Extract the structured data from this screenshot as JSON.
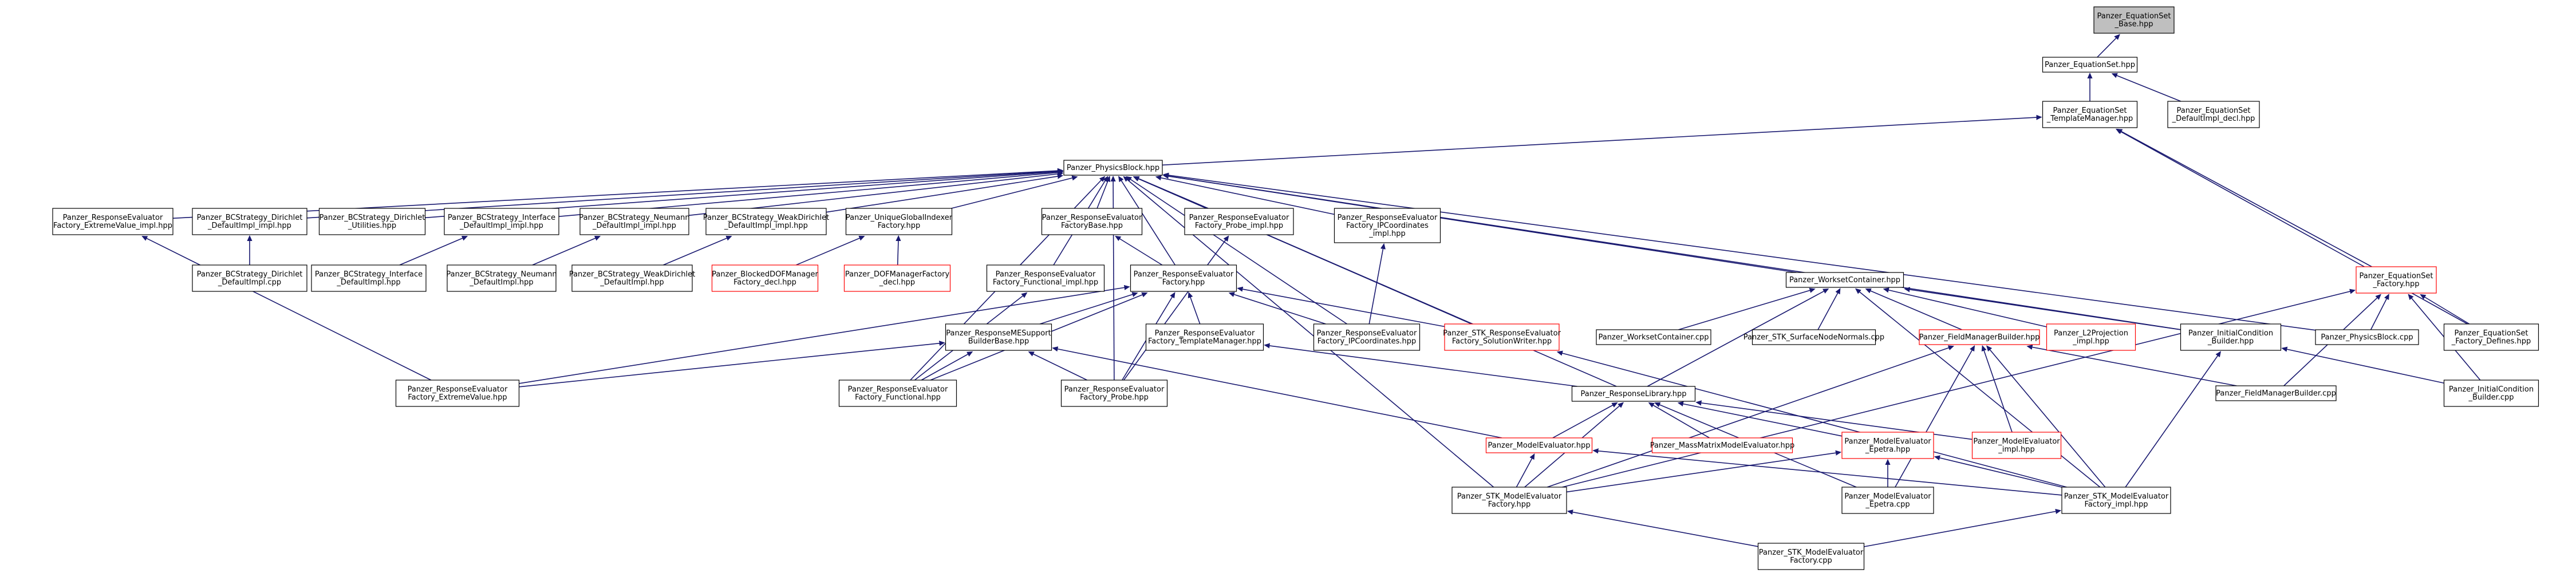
{
  "colors": {
    "edge": "#191970",
    "box_border": "#000000",
    "box_border_incomplete": "#ff0000",
    "box_fill": "#ffffff",
    "box_fill_current": "#bfbfbf"
  },
  "nodes": [
    {
      "id": "n_base",
      "lines": [
        "Panzer_EquationSet",
        "_Base.hpp"
      ],
      "current": true
    },
    {
      "id": "n_eqset",
      "lines": [
        "Panzer_EquationSet.hpp"
      ]
    },
    {
      "id": "n_tm",
      "lines": [
        "Panzer_EquationSet",
        "_TemplateManager.hpp"
      ]
    },
    {
      "id": "n_defdecl",
      "lines": [
        "Panzer_EquationSet",
        "_DefaultImpl_decl.hpp"
      ]
    },
    {
      "id": "n_pb",
      "lines": [
        "Panzer_PhysicsBlock.hpp"
      ]
    },
    {
      "id": "n_revimpl",
      "lines": [
        "Panzer_ResponseEvaluator",
        "Factory_ExtremeValue_impl.hpp"
      ]
    },
    {
      "id": "n_bcdir",
      "lines": [
        "Panzer_BCStrategy_Dirichlet",
        "_DefaultImpl_impl.hpp"
      ]
    },
    {
      "id": "n_bcdirutil",
      "lines": [
        "Panzer_BCStrategy_Dirichlet",
        "_Utilities.hpp"
      ]
    },
    {
      "id": "n_bcint",
      "lines": [
        "Panzer_BCStrategy_Interface",
        "_DefaultImpl_impl.hpp"
      ]
    },
    {
      "id": "n_bcneu",
      "lines": [
        "Panzer_BCStrategy_Neumann",
        "_DefaultImpl_impl.hpp"
      ]
    },
    {
      "id": "n_bcweak",
      "lines": [
        "Panzer_BCStrategy_WeakDirichlet",
        "_DefaultImpl_impl.hpp"
      ]
    },
    {
      "id": "n_ugi",
      "lines": [
        "Panzer_UniqueGlobalIndexer",
        "Factory.hpp"
      ]
    },
    {
      "id": "n_refbase",
      "lines": [
        "Panzer_ResponseEvaluator",
        "FactoryBase.hpp"
      ]
    },
    {
      "id": "n_refprobeimpl",
      "lines": [
        "Panzer_ResponseEvaluator",
        "Factory_Probe_impl.hpp"
      ]
    },
    {
      "id": "n_refipcimpl",
      "lines": [
        "Panzer_ResponseEvaluator",
        "Factory_IPCoordinates",
        "_impl.hpp"
      ]
    },
    {
      "id": "n_bcdircpp",
      "lines": [
        "Panzer_BCStrategy_Dirichlet",
        "_DefaultImpl.cpp"
      ]
    },
    {
      "id": "n_bcintdef",
      "lines": [
        "Panzer_BCStrategy_Interface",
        "_DefaultImpl.hpp"
      ]
    },
    {
      "id": "n_bcneudef",
      "lines": [
        "Panzer_BCStrategy_Neumann",
        "_DefaultImpl.hpp"
      ]
    },
    {
      "id": "n_bcweakdef",
      "lines": [
        "Panzer_BCStrategy_WeakDirichlet",
        "_DefaultImpl.hpp"
      ]
    },
    {
      "id": "n_blocked",
      "lines": [
        "Panzer_BlockedDOFManager",
        "Factory_decl.hpp"
      ],
      "incomplete": true
    },
    {
      "id": "n_dofmgr",
      "lines": [
        "Panzer_DOFManagerFactory",
        "_decl.hpp"
      ],
      "incomplete": true
    },
    {
      "id": "n_reffuncimpl",
      "lines": [
        "Panzer_ResponseEvaluator",
        "Factory_Functional_impl.hpp"
      ]
    },
    {
      "id": "n_ref",
      "lines": [
        "Panzer_ResponseEvaluator",
        "Factory.hpp"
      ]
    },
    {
      "id": "n_wsc",
      "lines": [
        "Panzer_WorksetContainer.hpp"
      ]
    },
    {
      "id": "n_eqsetfac",
      "lines": [
        "Panzer_EquationSet",
        "_Factory.hpp"
      ],
      "incomplete": true
    },
    {
      "id": "n_stkrefsw",
      "lines": [
        "Panzer_STK_ResponseEvaluator",
        "Factory_SolutionWriter.hpp"
      ],
      "incomplete": true
    },
    {
      "id": "n_rmsbb",
      "lines": [
        "Panzer_ResponseMESupport",
        "BuilderBase.hpp"
      ]
    },
    {
      "id": "n_reftm",
      "lines": [
        "Panzer_ResponseEvaluator",
        "Factory_TemplateManager.hpp"
      ]
    },
    {
      "id": "n_refipc",
      "lines": [
        "Panzer_ResponseEvaluator",
        "Factory_IPCoordinates.hpp"
      ]
    },
    {
      "id": "n_wsccpp",
      "lines": [
        "Panzer_WorksetContainer.cpp"
      ]
    },
    {
      "id": "n_stksnn",
      "lines": [
        "Panzer_STK_SurfaceNodeNormals.cpp"
      ]
    },
    {
      "id": "n_fmb",
      "lines": [
        "Panzer_FieldManagerBuilder.hpp"
      ],
      "incomplete": true
    },
    {
      "id": "n_l2",
      "lines": [
        "Panzer_L2Projection",
        "_impl.hpp"
      ],
      "incomplete": true
    },
    {
      "id": "n_icb",
      "lines": [
        "Panzer_InitialCondition",
        "_Builder.hpp"
      ]
    },
    {
      "id": "n_pbcpp",
      "lines": [
        "Panzer_PhysicsBlock.cpp"
      ]
    },
    {
      "id": "n_eqsetdef",
      "lines": [
        "Panzer_EquationSet",
        "_Factory_Defines.hpp"
      ]
    },
    {
      "id": "n_refev",
      "lines": [
        "Panzer_ResponseEvaluator",
        "Factory_ExtremeValue.hpp"
      ]
    },
    {
      "id": "n_reffunc",
      "lines": [
        "Panzer_ResponseEvaluator",
        "Factory_Functional.hpp"
      ]
    },
    {
      "id": "n_refprobe",
      "lines": [
        "Panzer_ResponseEvaluator",
        "Factory_Probe.hpp"
      ]
    },
    {
      "id": "n_rlib",
      "lines": [
        "Panzer_ResponseLibrary.hpp"
      ]
    },
    {
      "id": "n_fmbcpp",
      "lines": [
        "Panzer_FieldManagerBuilder.cpp"
      ]
    },
    {
      "id": "n_iccpp",
      "lines": [
        "Panzer_InitialCondition",
        "_Builder.cpp"
      ]
    },
    {
      "id": "n_me",
      "lines": [
        "Panzer_ModelEvaluator.hpp"
      ],
      "incomplete": true
    },
    {
      "id": "n_mmme",
      "lines": [
        "Panzer_MassMatrixModelEvaluator.hpp"
      ],
      "incomplete": true
    },
    {
      "id": "n_meep",
      "lines": [
        "Panzer_ModelEvaluator",
        "_Epetra.hpp"
      ],
      "incomplete": true
    },
    {
      "id": "n_meimpl",
      "lines": [
        "Panzer_ModelEvaluator",
        "_impl.hpp"
      ],
      "incomplete": true
    },
    {
      "id": "n_stkmef",
      "lines": [
        "Panzer_STK_ModelEvaluator",
        "Factory.hpp"
      ]
    },
    {
      "id": "n_meepcpp",
      "lines": [
        "Panzer_ModelEvaluator",
        "_Epetra.cpp"
      ]
    },
    {
      "id": "n_stkmefimpl",
      "lines": [
        "Panzer_STK_ModelEvaluator",
        "Factory_impl.hpp"
      ]
    },
    {
      "id": "n_stkmefcpp",
      "lines": [
        "Panzer_STK_ModelEvaluator",
        "Factory.cpp"
      ]
    }
  ],
  "edges": [
    [
      "n_eqset",
      "n_base"
    ],
    [
      "n_tm",
      "n_eqset"
    ],
    [
      "n_defdecl",
      "n_eqset"
    ],
    [
      "n_pb",
      "n_tm"
    ],
    [
      "n_eqsetfac",
      "n_tm"
    ],
    [
      "n_eqsetdef",
      "n_tm"
    ],
    [
      "n_revimpl",
      "n_pb"
    ],
    [
      "n_bcdir",
      "n_pb"
    ],
    [
      "n_bcdirutil",
      "n_pb"
    ],
    [
      "n_bcint",
      "n_pb"
    ],
    [
      "n_bcneu",
      "n_pb"
    ],
    [
      "n_bcweak",
      "n_pb"
    ],
    [
      "n_ugi",
      "n_pb"
    ],
    [
      "n_refbase",
      "n_pb"
    ],
    [
      "n_refprobeimpl",
      "n_pb"
    ],
    [
      "n_refipcimpl",
      "n_pb"
    ],
    [
      "n_reffuncimpl",
      "n_pb"
    ],
    [
      "n_ref",
      "n_pb"
    ],
    [
      "n_stkrefsw",
      "n_pb"
    ],
    [
      "n_wsc",
      "n_pb"
    ],
    [
      "n_icb",
      "n_pb"
    ],
    [
      "n_pbcpp",
      "n_pb"
    ],
    [
      "n_rlib",
      "n_pb"
    ],
    [
      "n_reffunc",
      "n_pb"
    ],
    [
      "n_refprobe",
      "n_pb"
    ],
    [
      "n_refipc",
      "n_pb"
    ],
    [
      "n_stkmef",
      "n_pb"
    ],
    [
      "n_refev",
      "n_revimpl"
    ],
    [
      "n_bcdircpp",
      "n_bcdir"
    ],
    [
      "n_bcintdef",
      "n_bcint"
    ],
    [
      "n_bcneudef",
      "n_bcneu"
    ],
    [
      "n_bcweakdef",
      "n_bcweak"
    ],
    [
      "n_blocked",
      "n_ugi"
    ],
    [
      "n_dofmgr",
      "n_ugi"
    ],
    [
      "n_ref",
      "n_refbase"
    ],
    [
      "n_refprobe",
      "n_refprobeimpl"
    ],
    [
      "n_refipc",
      "n_refipcimpl"
    ],
    [
      "n_reffunc",
      "n_reffuncimpl"
    ],
    [
      "n_rmsbb",
      "n_ref"
    ],
    [
      "n_reftm",
      "n_ref"
    ],
    [
      "n_refipc",
      "n_ref"
    ],
    [
      "n_stkrefsw",
      "n_ref"
    ],
    [
      "n_refev",
      "n_ref"
    ],
    [
      "n_reffunc",
      "n_ref"
    ],
    [
      "n_refprobe",
      "n_ref"
    ],
    [
      "n_refev",
      "n_rmsbb"
    ],
    [
      "n_reffunc",
      "n_rmsbb"
    ],
    [
      "n_refprobe",
      "n_rmsbb"
    ],
    [
      "n_me",
      "n_rmsbb"
    ],
    [
      "n_rlib",
      "n_reftm"
    ],
    [
      "n_stkmefimpl",
      "n_stkrefsw"
    ],
    [
      "n_wsccpp",
      "n_wsc"
    ],
    [
      "n_stksnn",
      "n_wsc"
    ],
    [
      "n_fmb",
      "n_wsc"
    ],
    [
      "n_l2",
      "n_wsc"
    ],
    [
      "n_icb",
      "n_wsc"
    ],
    [
      "n_rlib",
      "n_wsc"
    ],
    [
      "n_stkmefimpl",
      "n_wsc"
    ],
    [
      "n_pbcpp",
      "n_eqsetfac"
    ],
    [
      "n_eqsetdef",
      "n_eqsetfac"
    ],
    [
      "n_fmbcpp",
      "n_eqsetfac"
    ],
    [
      "n_stkmef",
      "n_eqsetfac"
    ],
    [
      "n_iccpp",
      "n_eqsetfac"
    ],
    [
      "n_fmbcpp",
      "n_fmb"
    ],
    [
      "n_meimpl",
      "n_fmb"
    ],
    [
      "n_meepcpp",
      "n_fmb"
    ],
    [
      "n_stkmefimpl",
      "n_fmb"
    ],
    [
      "n_stkmef",
      "n_fmb"
    ],
    [
      "n_iccpp",
      "n_icb"
    ],
    [
      "n_stkmefimpl",
      "n_icb"
    ],
    [
      "n_me",
      "n_rlib"
    ],
    [
      "n_meep",
      "n_rlib"
    ],
    [
      "n_mmme",
      "n_rlib"
    ],
    [
      "n_meimpl",
      "n_rlib"
    ],
    [
      "n_stkmef",
      "n_rlib"
    ],
    [
      "n_meepcpp",
      "n_rlib"
    ],
    [
      "n_stkmef",
      "n_me"
    ],
    [
      "n_stkmefimpl",
      "n_me"
    ],
    [
      "n_stkmef",
      "n_meep"
    ],
    [
      "n_meepcpp",
      "n_meep"
    ],
    [
      "n_stkmefimpl",
      "n_meep"
    ],
    [
      "n_stkmefcpp",
      "n_stkmef"
    ],
    [
      "n_stkmefcpp",
      "n_stkmefimpl"
    ]
  ]
}
